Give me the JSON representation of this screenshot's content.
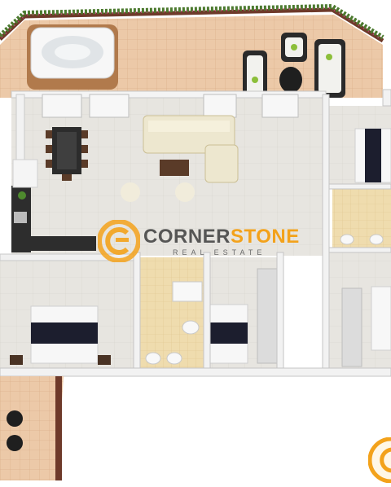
{
  "brand": {
    "name_part_1": "CORNER",
    "name_part_2": "STONE",
    "tagline": "REAL ESTATE",
    "primary_color": "#f3a21b",
    "text_color": "#4a4a4a"
  },
  "scene": {
    "type": "3d-floor-plan",
    "rooms": [
      "terrace",
      "living-room",
      "dining-area",
      "kitchen",
      "master-bedroom",
      "bedroom-2",
      "bedroom-3",
      "bathroom",
      "ensuite-bathroom",
      "side-terrace"
    ]
  }
}
